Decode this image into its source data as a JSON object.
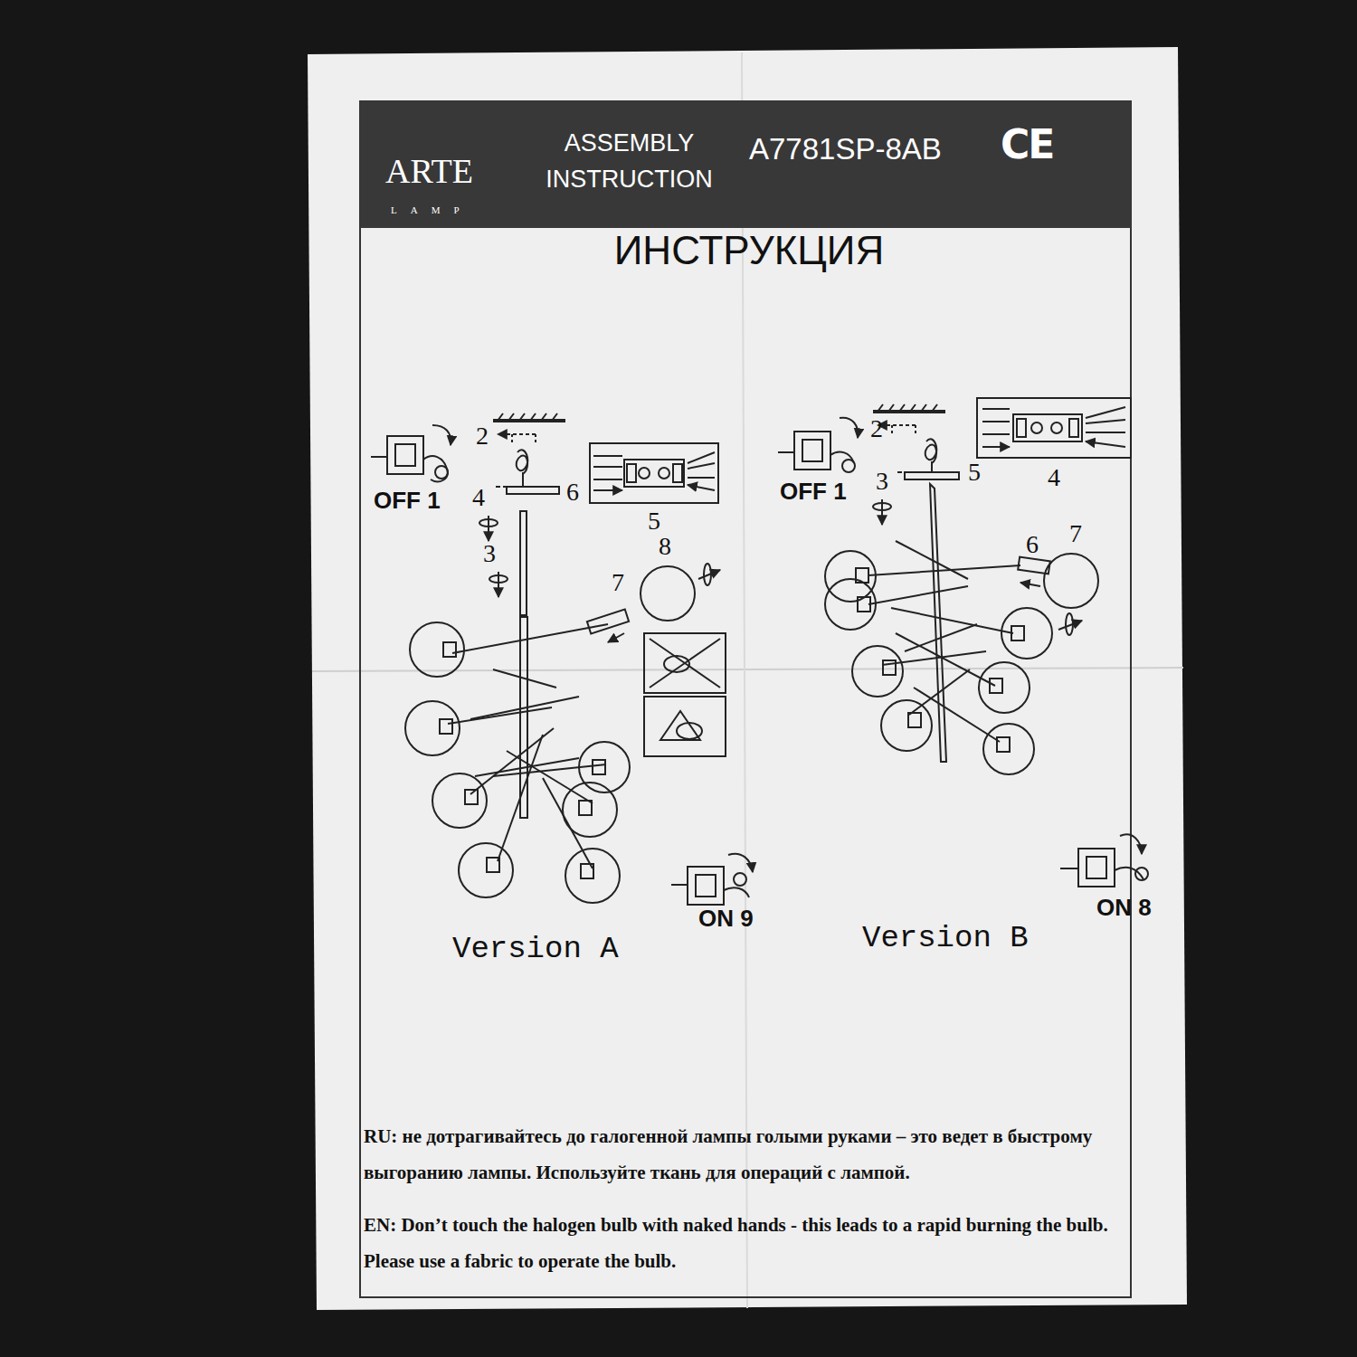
{
  "diagram": {
    "title": "ИНСТРУКЦИЯ",
    "nodes": [
      {
        "text": [
          "ARTE",
          "LAMP",
          "ASSEMBLY INSTRUCTION",
          "A7781SP-8AB",
          "CE"
        ]
      }
    ],
    "labels": [
      "OFF 1",
      "2",
      "4",
      "6",
      "5",
      "3",
      "8",
      "7",
      "ON 9",
      "Version A",
      "OFF 1",
      "2",
      "3",
      "5",
      "4",
      "6",
      "7",
      "ON 8",
      "Version B",
      "RU: не дотрагивайтесь до галогенной лампы голыми руками – это ведет в быстрому выгоранию лампы. Используйте ткань для операций с лампой.",
      "EN: Don’t touch the halogen bulb with naked hands  - this leads to a rapid burning the bulb. Please use a fabric to operate the bulb."
    ]
  }
}
